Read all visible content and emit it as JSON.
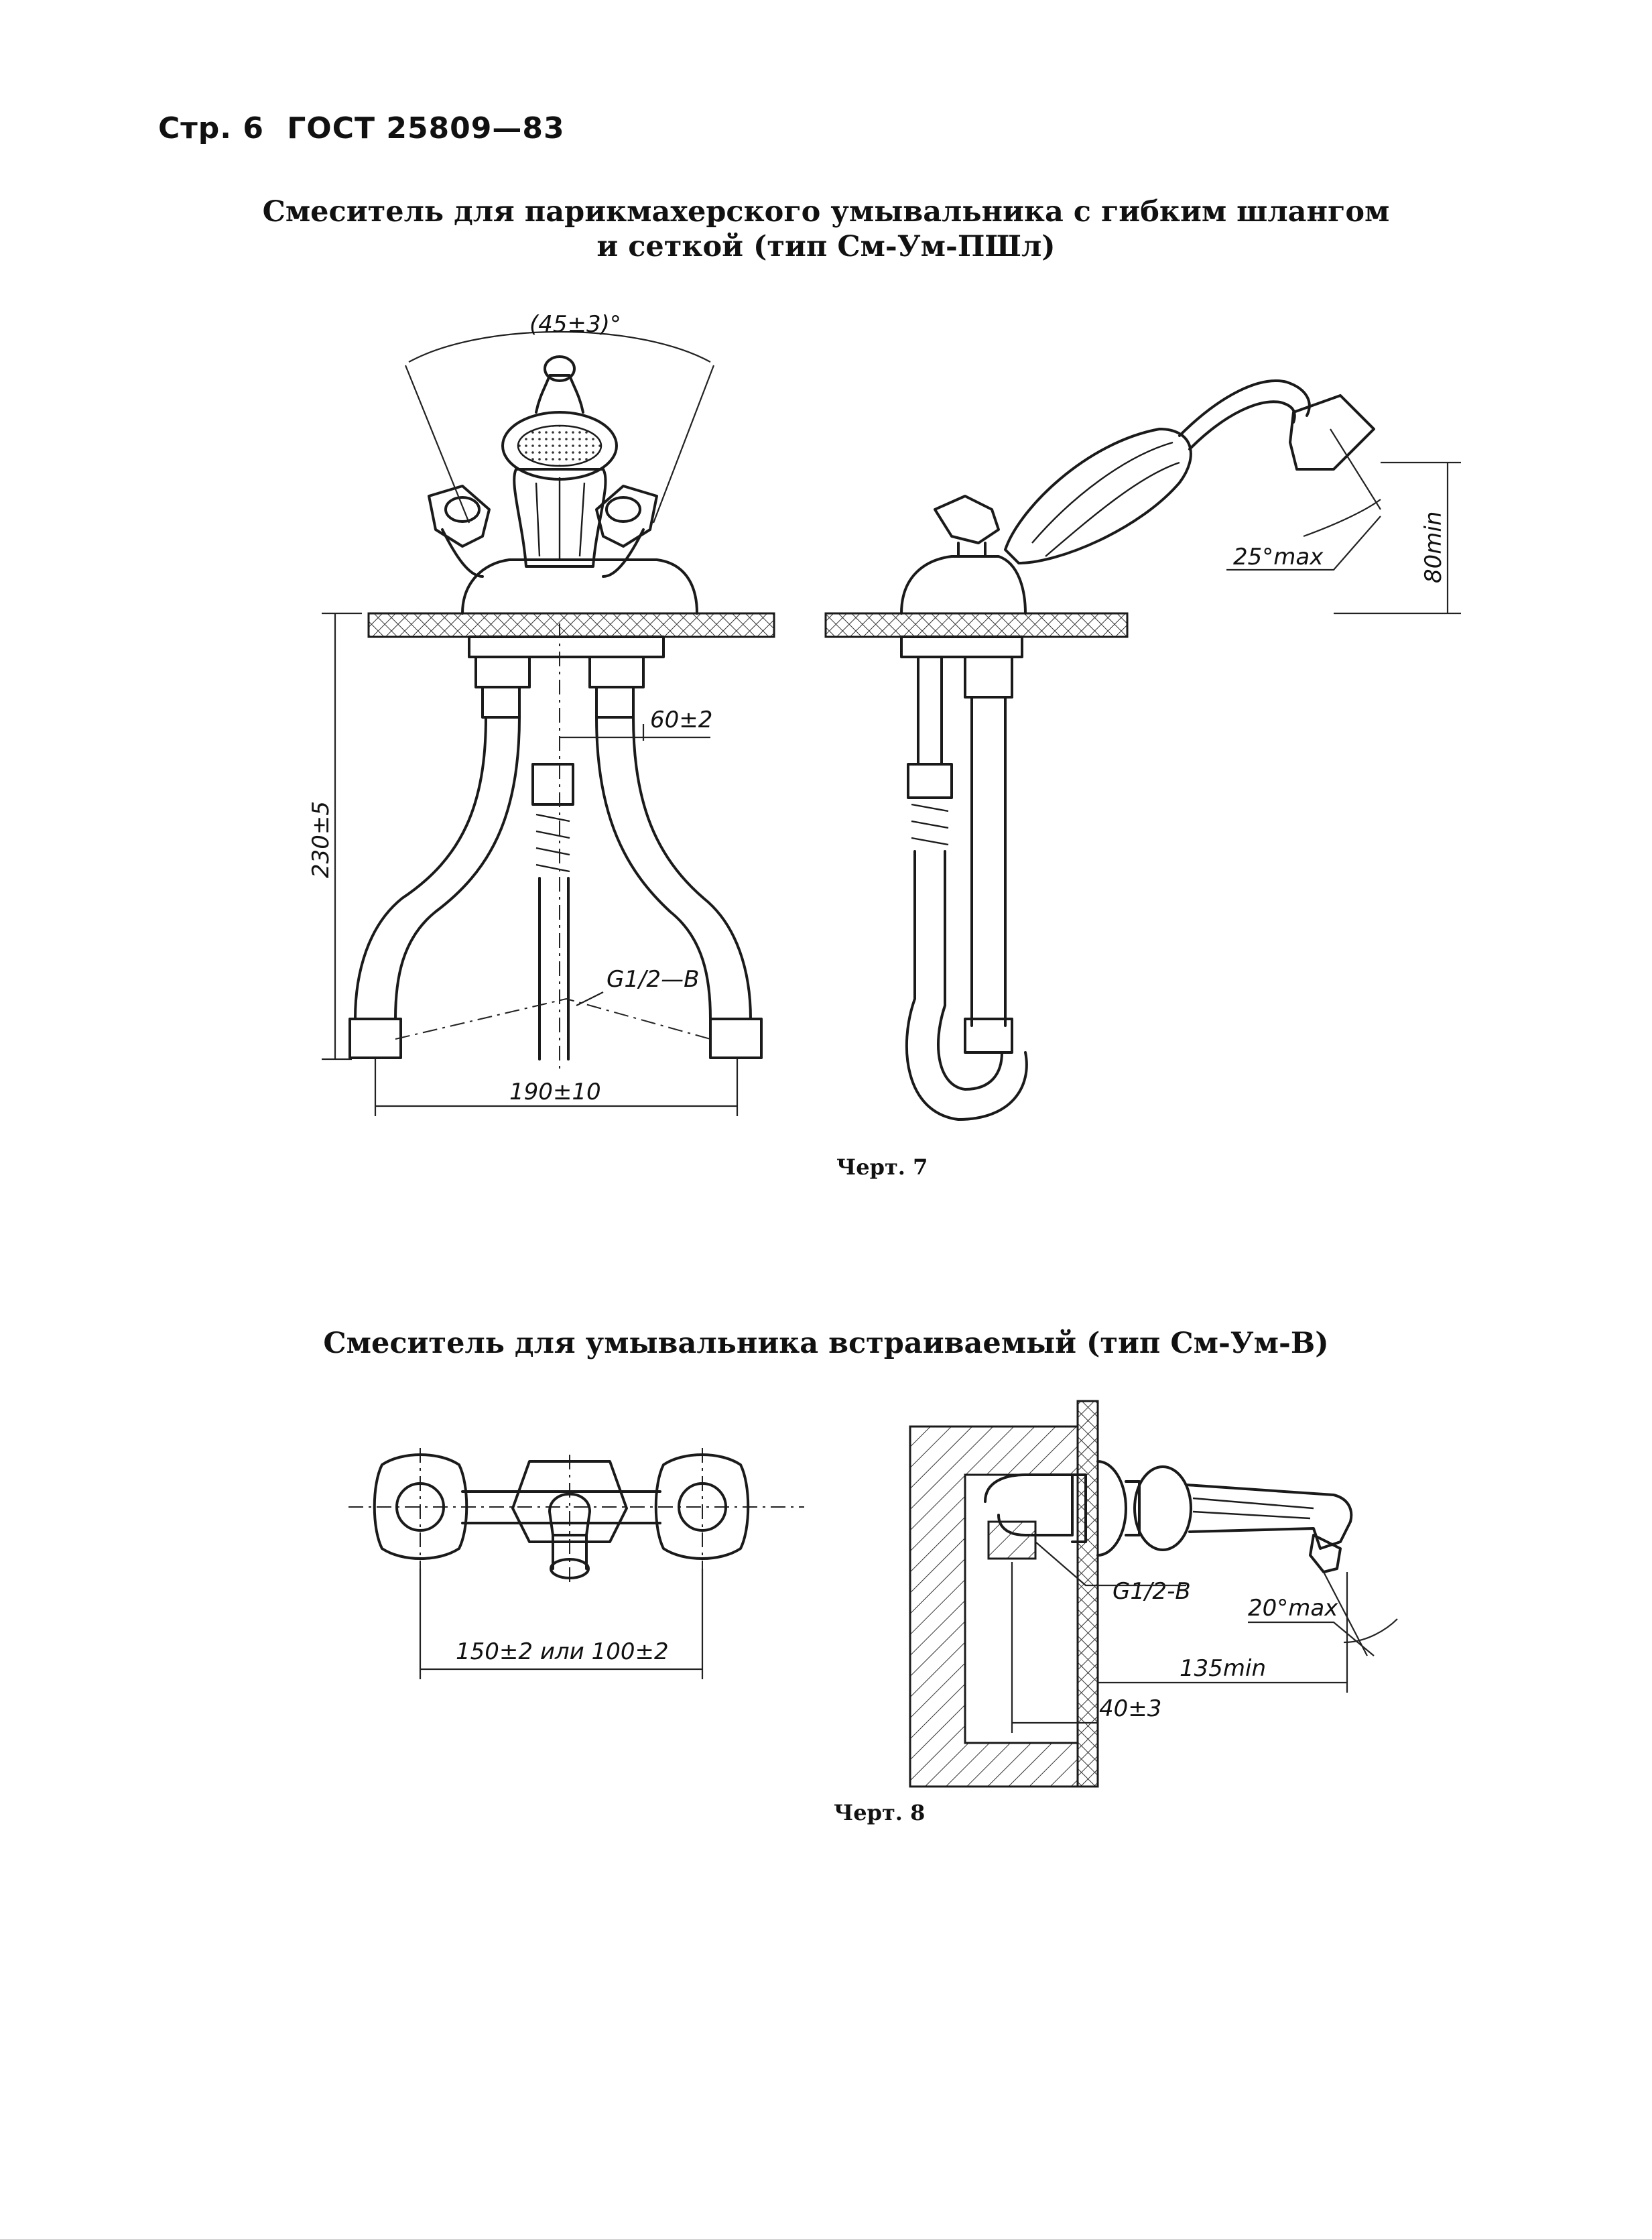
{
  "header": {
    "page_label": "Стр. 6",
    "standard": "ГОСТ 25809—83"
  },
  "figure7": {
    "title_line1": "Смеситель для парикмахерского умывальника с гибким шлангом",
    "title_line2": "и сеткой (тип См-Ум-ПШл)",
    "caption": "Черт. 7",
    "dims": {
      "angle": "(45±3)°",
      "height": "230±5",
      "center": "60±2",
      "thread": "G1/2—B",
      "width": "190±10",
      "shower_angle": "25°max",
      "shower_height": "80min"
    }
  },
  "figure8": {
    "title": "Смеситель для умывальника встраиваемый (тип См-Ум-В)",
    "caption": "Черт. 8",
    "dims": {
      "spacing": "150±2 или 100±2",
      "thread": "G1/2-B",
      "angle": "20°max",
      "reach": "135min",
      "depth": "40±3"
    }
  }
}
